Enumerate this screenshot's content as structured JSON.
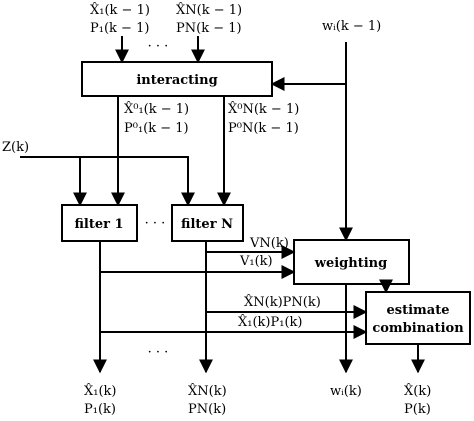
{
  "blocks": {
    "interacting": "interacting",
    "filter_1": "filter 1",
    "filter_n": "filter N",
    "weighting": "weighting",
    "estimate_line1": "estimate",
    "estimate_line2": "combination"
  },
  "inputs": {
    "x1_prev": "X̂₁(k − 1)",
    "xn_prev": "X̂N(k − 1)",
    "p1_prev": "P₁(k − 1)",
    "pn_prev": "PN(k − 1)",
    "w_prev": "wᵢ(k − 1)",
    "z": "Z(k)"
  },
  "mixed": {
    "x1_mixed": "X̂⁰₁(k − 1)",
    "xn_mixed": "X̂⁰N(k − 1)",
    "p1_mixed": "P⁰₁(k − 1)",
    "pn_mixed": "P⁰N(k − 1)"
  },
  "signals": {
    "vn": "VN(k)",
    "v1": "V₁(k)",
    "xn_pn": "X̂N(k)PN(k)",
    "x1_p1": "X̂₁(k)P₁(k)"
  },
  "outputs": {
    "x1": "X̂₁(k)",
    "p1": "P₁(k)",
    "xn": "X̂N(k)",
    "pn": "PN(k)",
    "w": "wᵢ(k)",
    "x": "X̂(k)",
    "p": "P(k)"
  },
  "ellipsis": "· · ·"
}
